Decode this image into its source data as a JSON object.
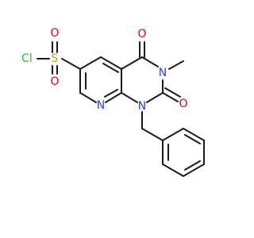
{
  "molecule": {
    "atoms": [
      {
        "id": "cl",
        "label": "Cl",
        "color": "#33b533"
      },
      {
        "id": "s",
        "label": "S",
        "color": "#c9a000"
      },
      {
        "id": "o_s_top",
        "label": "O",
        "color": "#e00000"
      },
      {
        "id": "o_s_bottom",
        "label": "O",
        "color": "#e00000"
      },
      {
        "id": "o_c4",
        "label": "O",
        "color": "#e00000"
      },
      {
        "id": "n3",
        "label": "N",
        "color": "#1f3fff"
      },
      {
        "id": "o_c2",
        "label": "O",
        "color": "#e00000"
      },
      {
        "id": "n1",
        "label": "N",
        "color": "#1f3fff"
      },
      {
        "id": "n8",
        "label": "N",
        "color": "#1f3fff"
      }
    ]
  },
  "colors": {
    "bond": "#1a1a1a",
    "background": "#ffffff"
  }
}
